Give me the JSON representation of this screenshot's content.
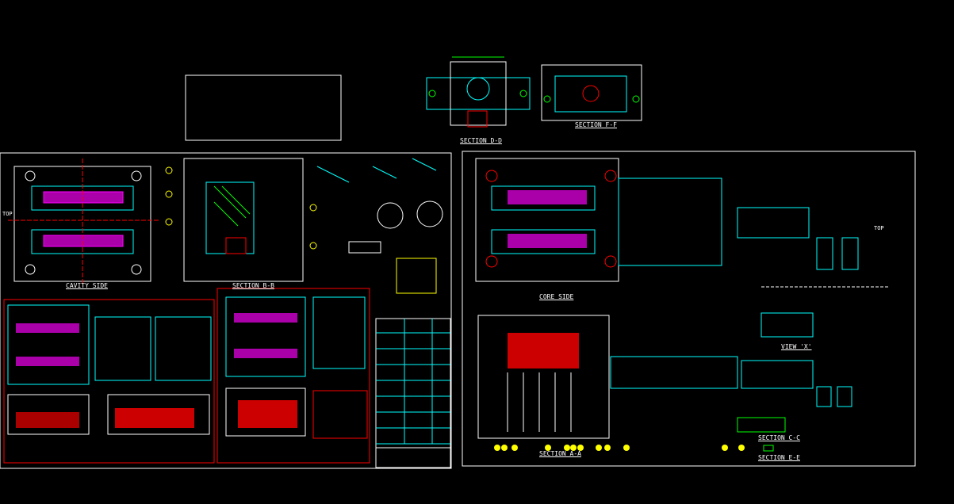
{
  "colors": {
    "background": "#000000",
    "outline": "#ffffff",
    "cyan": "#00ffff",
    "green": "#00ff00",
    "red": "#ff0000",
    "magenta": "#ff00ff",
    "yellow": "#ffff00"
  },
  "labels": {
    "cavity_side": "CAVITY SIDE",
    "section_b": "SECTION B-B",
    "section_a": "SECTION A-A",
    "section_c": "SECTION C-C",
    "section_d": "SECTION D-D",
    "section_e": "SECTION E-E",
    "section_f": "SECTION F-F",
    "core_side": "CORE SIDE",
    "view_x": "VIEW 'X'",
    "top": "TOP",
    "top2": "TOP"
  }
}
